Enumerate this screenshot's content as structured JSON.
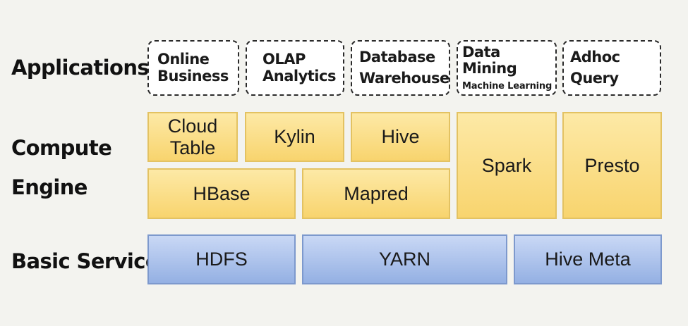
{
  "layers": {
    "applications": {
      "label": "Applications",
      "items": [
        {
          "line1": "Online",
          "line2": "Business"
        },
        {
          "line1": "OLAP",
          "line2": "Analytics"
        },
        {
          "line1": "Database",
          "line2": "Warehouse"
        },
        {
          "line1": "Data Mining",
          "line2": "Machine Learning"
        },
        {
          "line1": "Adhoc",
          "line2": "Query"
        }
      ]
    },
    "compute_engine": {
      "label_line1": "Compute",
      "label_line2": "Engine",
      "items": {
        "cloud_table_line1": "Cloud",
        "cloud_table_line2": "Table",
        "kylin": "Kylin",
        "hive": "Hive",
        "spark": "Spark",
        "presto": "Presto",
        "hbase": "HBase",
        "mapred": "Mapred"
      }
    },
    "basic_service": {
      "label": "Basic Service",
      "items": [
        "HDFS",
        "YARN",
        "Hive Meta"
      ]
    }
  },
  "colors": {
    "engine_fill": "#f8d46e",
    "engine_border": "#e3c262",
    "service_fill": "#94b0e3",
    "service_border": "#7d99cd",
    "app_border": "#2a2a2a",
    "background": "#f3f3ef"
  }
}
